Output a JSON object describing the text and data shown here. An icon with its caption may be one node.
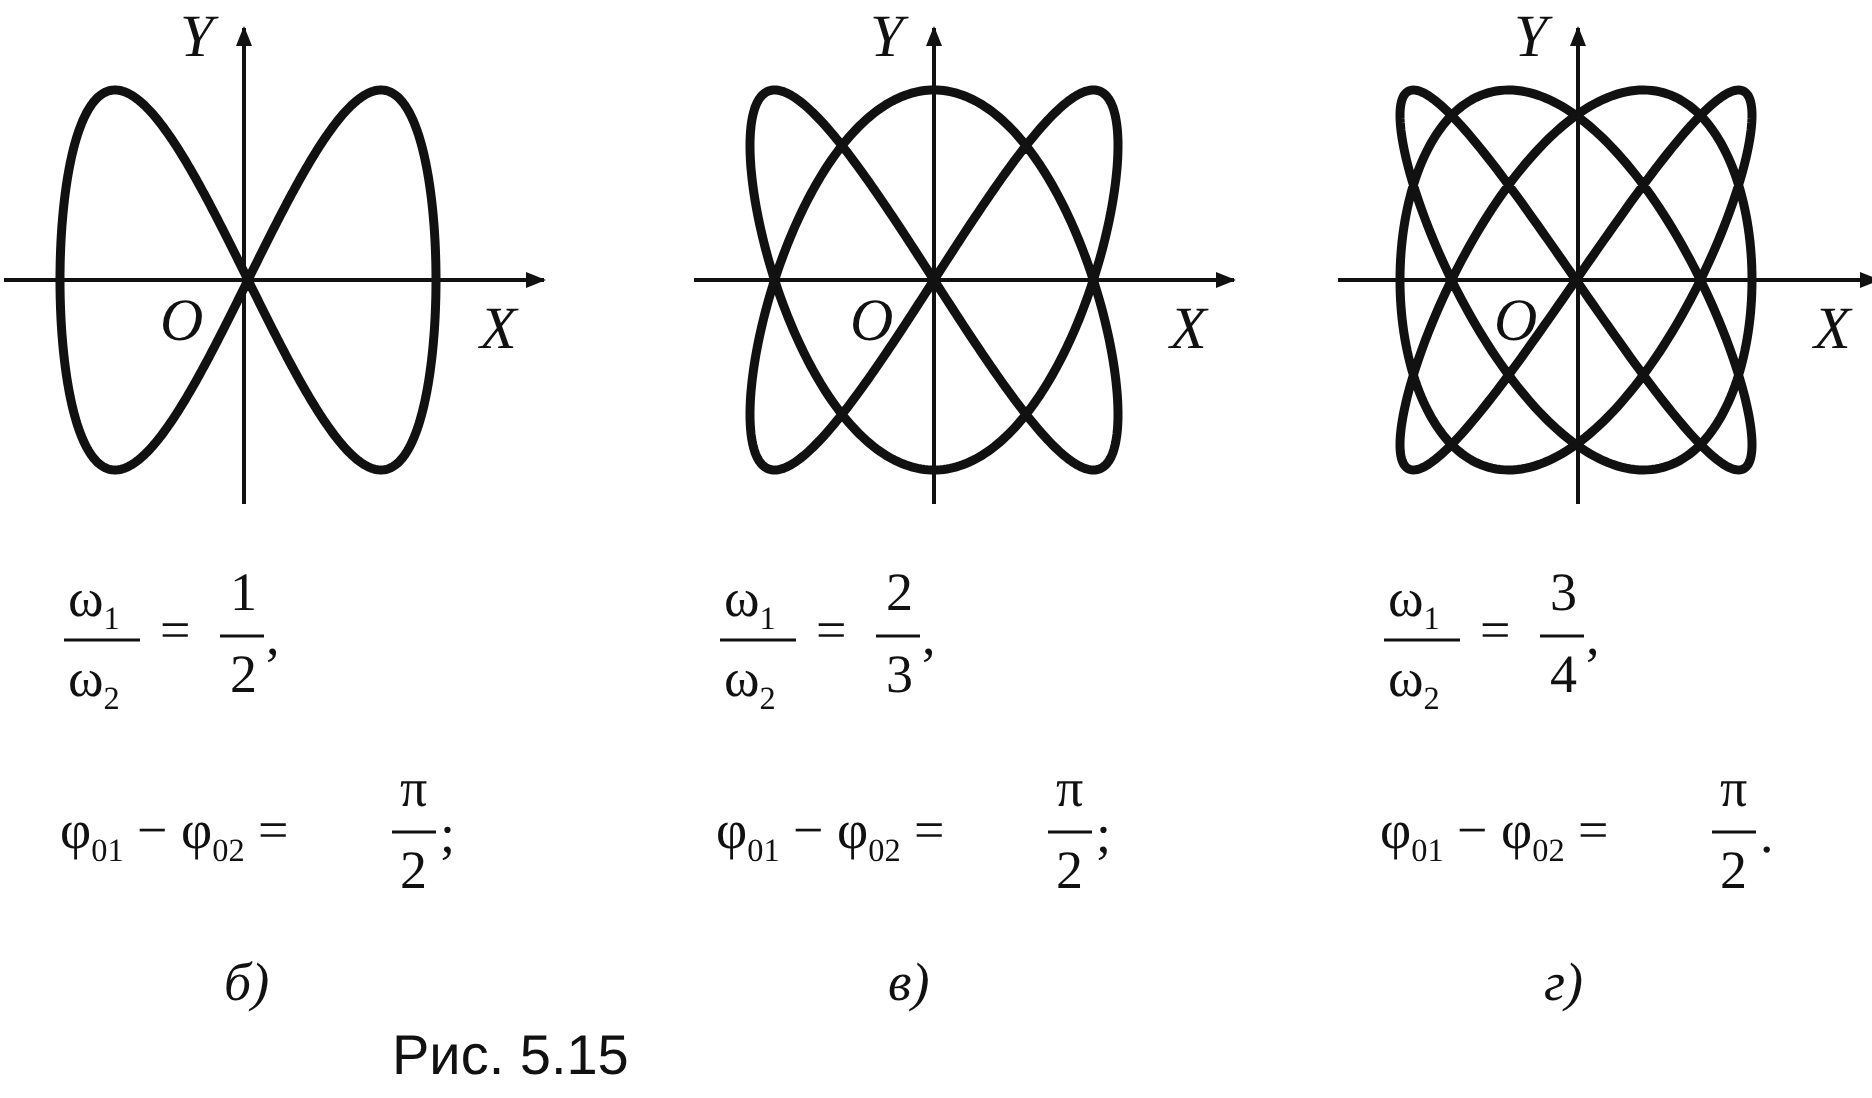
{
  "diagram": {
    "caption": "Рис. 5.15",
    "labels": [
      "Y",
      "O",
      "X",
      "ω$_{1}$",
      "ω$_{2}$",
      "=",
      "1",
      "2",
      ",",
      "φ$_{01}$ − φ$_{02}$ =",
      "π",
      "2",
      ";",
      "б)",
      "Y",
      "O",
      "X",
      "ω$_{1}$",
      "ω$_{2}$",
      "=",
      "2",
      "3",
      ",",
      "φ$_{01}$ − φ$_{02}$ =",
      "π",
      "2",
      ";",
      "в)",
      "Y",
      "O",
      "X",
      "ω$_{1}$",
      "ω$_{2}$",
      "=",
      "3",
      "4",
      ",",
      "φ$_{01}$ − φ$_{02}$ =",
      "π",
      "2",
      ".",
      "г)"
    ]
  }
}
